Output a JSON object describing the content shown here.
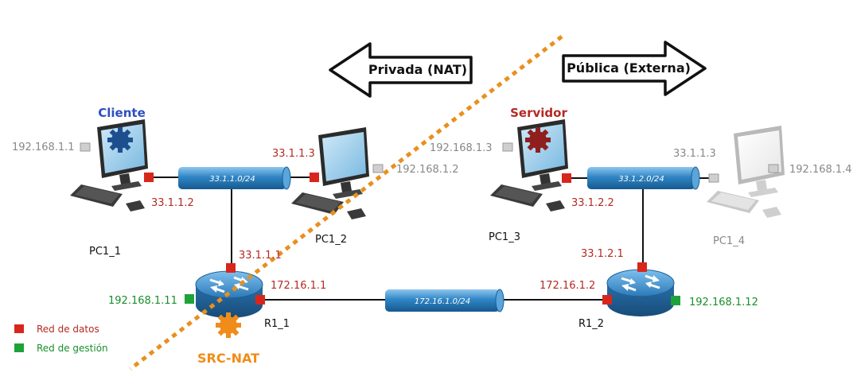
{
  "colors": {
    "red": "#c0201f",
    "green": "#1a8f2a",
    "gray": "#888888",
    "blue_title": "#2d4fc0",
    "nat_orange": "#f08c1a",
    "dash_orange": "#e8901e",
    "tube": "#2f86c6",
    "router": "#2a7ab8"
  },
  "arrows": {
    "left": "Privada (NAT)",
    "right": "Pública (Externa)"
  },
  "titles": {
    "client": "Cliente",
    "server": "Servidor",
    "nat": "SRC-NAT"
  },
  "networks": {
    "left": "33.1.1.0/24",
    "right": "33.1.2.0/24",
    "core": "172.16.1.0/24"
  },
  "hosts": {
    "pc1_1": {
      "name": "PC1_1",
      "mgmt_ip": "192.168.1.1",
      "data_ip": "33.1.1.2"
    },
    "pc1_2": {
      "name": "PC1_2",
      "mgmt_ip": "192.168.1.2",
      "data_ip": "33.1.1.3"
    },
    "pc1_3": {
      "name": "PC1_3",
      "mgmt_ip": "192.168.1.3",
      "data_ip": "33.1.2.2"
    },
    "pc1_4": {
      "name": "PC1_4",
      "mgmt_ip": "192.168.1.4",
      "data_ip": "33.1.1.3"
    }
  },
  "routers": {
    "r1_1": {
      "name": "R1_1",
      "mgmt_ip": "192.168.1.11",
      "lan_ip": "33.1.1.1",
      "wan_ip": "172.16.1.1"
    },
    "r1_2": {
      "name": "R1_2",
      "mgmt_ip": "192.168.1.12",
      "lan_ip": "33.1.2.1",
      "wan_ip": "172.16.1.2"
    }
  },
  "legend": {
    "data": "Red de datos",
    "mgmt": "Red de gestión"
  },
  "icons": [
    "pc-icon",
    "router-icon",
    "gear-icon",
    "arrow-left-icon",
    "arrow-right-icon"
  ]
}
